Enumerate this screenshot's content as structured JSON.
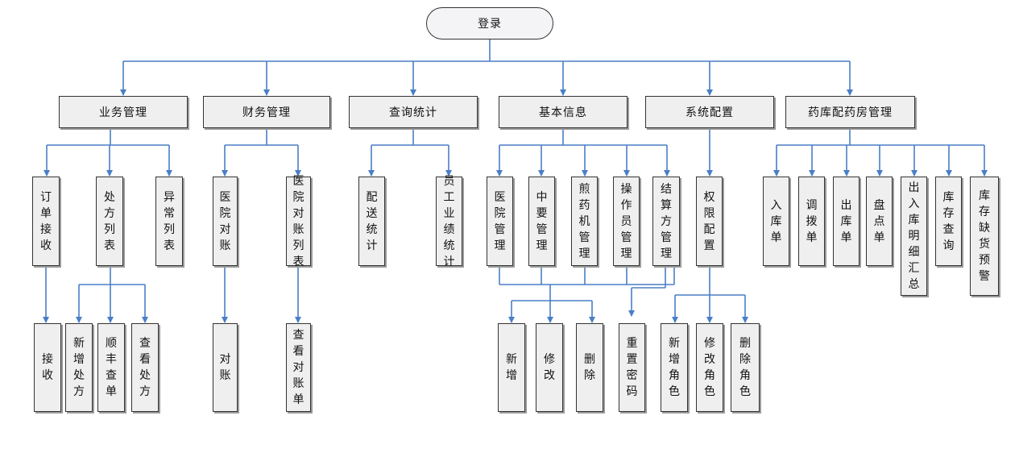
{
  "root": {
    "label": "登录"
  },
  "modules": {
    "business": {
      "label": "业务管理",
      "items": [
        "订单接收",
        "处方列表",
        "异常列表"
      ],
      "sub_items": [
        "接收",
        "新增处方",
        "顺丰查单",
        "查看处方"
      ]
    },
    "finance": {
      "label": "财务管理",
      "items": [
        "医院对账",
        "医院对账列表"
      ],
      "sub_items": [
        "对账",
        "查看对账单"
      ]
    },
    "query": {
      "label": "查询统计",
      "items": [
        "配送统计",
        "员工业绩统计"
      ]
    },
    "basic": {
      "label": "基本信息",
      "items": [
        "医院管理",
        "中要管理",
        "煎药机管理",
        "操作员管理",
        "结算方管理"
      ],
      "sub_items": [
        "新增",
        "修改",
        "删除",
        "重置密码"
      ]
    },
    "system": {
      "label": "系统配置",
      "items": [
        "权限配置"
      ],
      "sub_items": [
        "新增角色",
        "修改角色",
        "删除角色"
      ]
    },
    "pharmacy": {
      "label": "药库配药房管理",
      "items": [
        "入库单",
        "调拨单",
        "出库单",
        "盘点单",
        "出入库明细汇总",
        "库存查询",
        "库存缺货预警"
      ]
    }
  }
}
